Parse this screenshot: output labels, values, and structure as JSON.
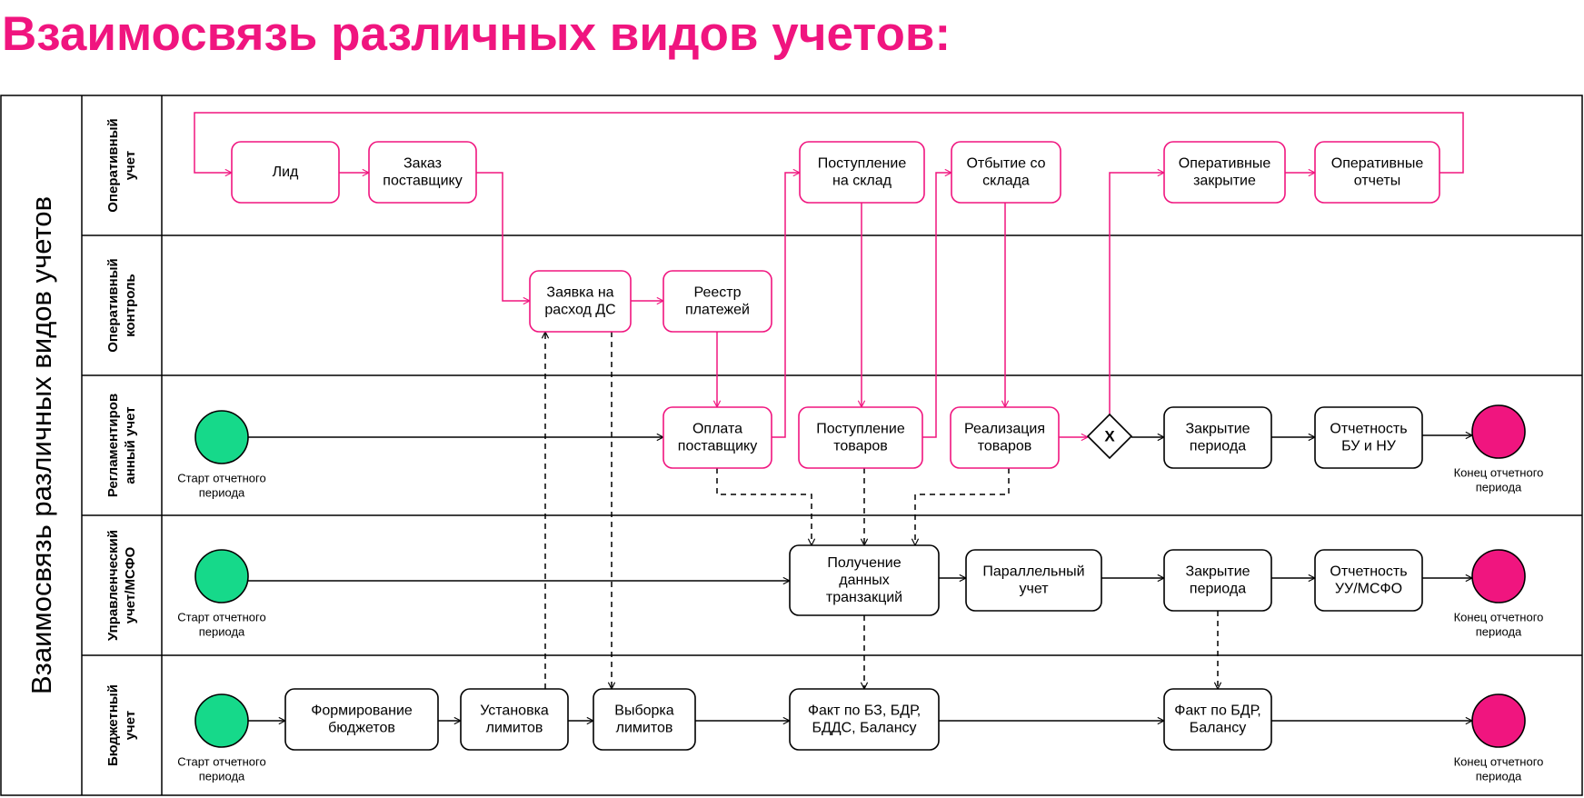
{
  "title": "Взаимосвязь различных видов учетов:",
  "pool_label": "Взаимосвязь различных видов учетов",
  "colors": {
    "accent": "#F0157F",
    "start_event": "#16D98A",
    "end_event": "#F0157F",
    "line": "#000000"
  },
  "lanes": [
    {
      "id": "op",
      "label": [
        "Оперативный",
        "учет"
      ]
    },
    {
      "id": "ctrl",
      "label": [
        "Оперативный",
        "контроль"
      ]
    },
    {
      "id": "reg",
      "label": [
        "Регламентиров",
        "анный учет"
      ]
    },
    {
      "id": "mgmt",
      "label": [
        "Управленческий",
        "учет/МСФО"
      ]
    },
    {
      "id": "budget",
      "label": [
        "Бюджетный",
        "учет"
      ]
    }
  ],
  "nodes": [
    {
      "id": "lead",
      "lane": "op",
      "lines": [
        "Лид"
      ],
      "accent": true
    },
    {
      "id": "order",
      "lane": "op",
      "lines": [
        "Заказ",
        "поставщику"
      ],
      "accent": true
    },
    {
      "id": "receipt_wh",
      "lane": "op",
      "lines": [
        "Поступление",
        "на склад"
      ],
      "accent": true
    },
    {
      "id": "shipment",
      "lane": "op",
      "lines": [
        "Отбытие со",
        "склада"
      ],
      "accent": true
    },
    {
      "id": "op_close",
      "lane": "op",
      "lines": [
        "Оперативные",
        "закрытие"
      ],
      "accent": true
    },
    {
      "id": "op_reports",
      "lane": "op",
      "lines": [
        "Оперативные",
        "отчеты"
      ],
      "accent": true
    },
    {
      "id": "cash_req",
      "lane": "ctrl",
      "lines": [
        "Заявка на",
        "расход ДС"
      ],
      "accent": true
    },
    {
      "id": "pay_reg",
      "lane": "ctrl",
      "lines": [
        "Реестр",
        "платежей"
      ],
      "accent": true
    },
    {
      "id": "pay_supplier",
      "lane": "reg",
      "lines": [
        "Оплата",
        "поставщику"
      ],
      "accent": true
    },
    {
      "id": "goods_in",
      "lane": "reg",
      "lines": [
        "Поступление",
        "товаров"
      ],
      "accent": true
    },
    {
      "id": "goods_sale",
      "lane": "reg",
      "lines": [
        "Реализация",
        "товаров"
      ],
      "accent": true
    },
    {
      "id": "reg_close",
      "lane": "reg",
      "lines": [
        "Закрытие",
        "периода"
      ],
      "accent": false
    },
    {
      "id": "reg_report",
      "lane": "reg",
      "lines": [
        "Отчетность",
        "БУ и НУ"
      ],
      "accent": false
    },
    {
      "id": "get_tx",
      "lane": "mgmt",
      "lines": [
        "Получение",
        "данных",
        "транзакций"
      ],
      "accent": false
    },
    {
      "id": "parallel",
      "lane": "mgmt",
      "lines": [
        "Параллельный",
        "учет"
      ],
      "accent": false
    },
    {
      "id": "mgmt_close",
      "lane": "mgmt",
      "lines": [
        "Закрытие",
        "периода"
      ],
      "accent": false
    },
    {
      "id": "mgmt_report",
      "lane": "mgmt",
      "lines": [
        "Отчетность",
        "УУ/МСФО"
      ],
      "accent": false
    },
    {
      "id": "budgets",
      "lane": "budget",
      "lines": [
        "Формирование",
        "бюджетов"
      ],
      "accent": false
    },
    {
      "id": "limits_set",
      "lane": "budget",
      "lines": [
        "Установка",
        "лимитов"
      ],
      "accent": false
    },
    {
      "id": "limits_sel",
      "lane": "budget",
      "lines": [
        "Выборка",
        "лимитов"
      ],
      "accent": false
    },
    {
      "id": "fact_bz",
      "lane": "budget",
      "lines": [
        "Факт по БЗ, БДР,",
        "БДДС, Балансу"
      ],
      "accent": false
    },
    {
      "id": "fact_bdr",
      "lane": "budget",
      "lines": [
        "Факт по БДР,",
        "Балансу"
      ],
      "accent": false
    }
  ],
  "gateway": {
    "id": "gw",
    "lane": "reg",
    "label": "X"
  },
  "events": [
    {
      "id": "s_reg",
      "lane": "reg",
      "type": "start",
      "caption": [
        "Старт отчетного",
        "периода"
      ]
    },
    {
      "id": "e_reg",
      "lane": "reg",
      "type": "end",
      "caption": [
        "Конец отчетного",
        "периода"
      ]
    },
    {
      "id": "s_mgmt",
      "lane": "mgmt",
      "type": "start",
      "caption": [
        "Старт отчетного",
        "периода"
      ]
    },
    {
      "id": "e_mgmt",
      "lane": "mgmt",
      "type": "end",
      "caption": [
        "Конец отчетного",
        "периода"
      ]
    },
    {
      "id": "s_budget",
      "lane": "budget",
      "type": "start",
      "caption": [
        "Старт отчетного",
        "периода"
      ]
    },
    {
      "id": "e_budget",
      "lane": "budget",
      "type": "end",
      "caption": [
        "Конец отчетного",
        "периода"
      ]
    }
  ],
  "flows": [
    {
      "from": "op_reports",
      "to": "lead",
      "style": "accent"
    },
    {
      "from": "lead",
      "to": "order",
      "style": "accent"
    },
    {
      "from": "order",
      "to": "cash_req",
      "style": "accent"
    },
    {
      "from": "cash_req",
      "to": "pay_reg",
      "style": "accent"
    },
    {
      "from": "pay_reg",
      "to": "pay_supplier",
      "style": "accent"
    },
    {
      "from": "pay_supplier",
      "to": "receipt_wh",
      "style": "accent"
    },
    {
      "from": "receipt_wh",
      "to": "goods_in",
      "style": "accent"
    },
    {
      "from": "goods_in",
      "to": "shipment",
      "style": "accent"
    },
    {
      "from": "shipment",
      "to": "goods_sale",
      "style": "accent"
    },
    {
      "from": "goods_sale",
      "to": "gw",
      "style": "accent"
    },
    {
      "from": "gw",
      "to": "op_close",
      "style": "accent"
    },
    {
      "from": "op_close",
      "to": "op_reports",
      "style": "accent"
    },
    {
      "from": "s_reg",
      "to": "pay_supplier",
      "style": "solid"
    },
    {
      "from": "gw",
      "to": "reg_close",
      "style": "solid"
    },
    {
      "from": "reg_close",
      "to": "reg_report",
      "style": "solid"
    },
    {
      "from": "reg_report",
      "to": "e_reg",
      "style": "solid"
    },
    {
      "from": "s_mgmt",
      "to": "get_tx",
      "style": "solid"
    },
    {
      "from": "get_tx",
      "to": "parallel",
      "style": "solid"
    },
    {
      "from": "parallel",
      "to": "mgmt_close",
      "style": "solid"
    },
    {
      "from": "mgmt_close",
      "to": "mgmt_report",
      "style": "solid"
    },
    {
      "from": "mgmt_report",
      "to": "e_mgmt",
      "style": "solid"
    },
    {
      "from": "s_budget",
      "to": "budgets",
      "style": "solid"
    },
    {
      "from": "budgets",
      "to": "limits_set",
      "style": "solid"
    },
    {
      "from": "limits_set",
      "to": "limits_sel",
      "style": "solid"
    },
    {
      "from": "limits_sel",
      "to": "fact_bz",
      "style": "solid"
    },
    {
      "from": "fact_bz",
      "to": "fact_bdr",
      "style": "solid"
    },
    {
      "from": "fact_bdr",
      "to": "e_budget",
      "style": "solid"
    },
    {
      "from": "limits_set",
      "to": "cash_req",
      "style": "dashed"
    },
    {
      "from": "cash_req",
      "to": "limits_sel",
      "style": "dashed"
    },
    {
      "from": "pay_supplier",
      "to": "get_tx",
      "style": "dashed"
    },
    {
      "from": "goods_in",
      "to": "get_tx",
      "style": "dashed"
    },
    {
      "from": "goods_sale",
      "to": "get_tx",
      "style": "dashed"
    },
    {
      "from": "get_tx",
      "to": "fact_bz",
      "style": "dashed"
    },
    {
      "from": "mgmt_close",
      "to": "fact_bdr",
      "style": "dashed"
    }
  ]
}
